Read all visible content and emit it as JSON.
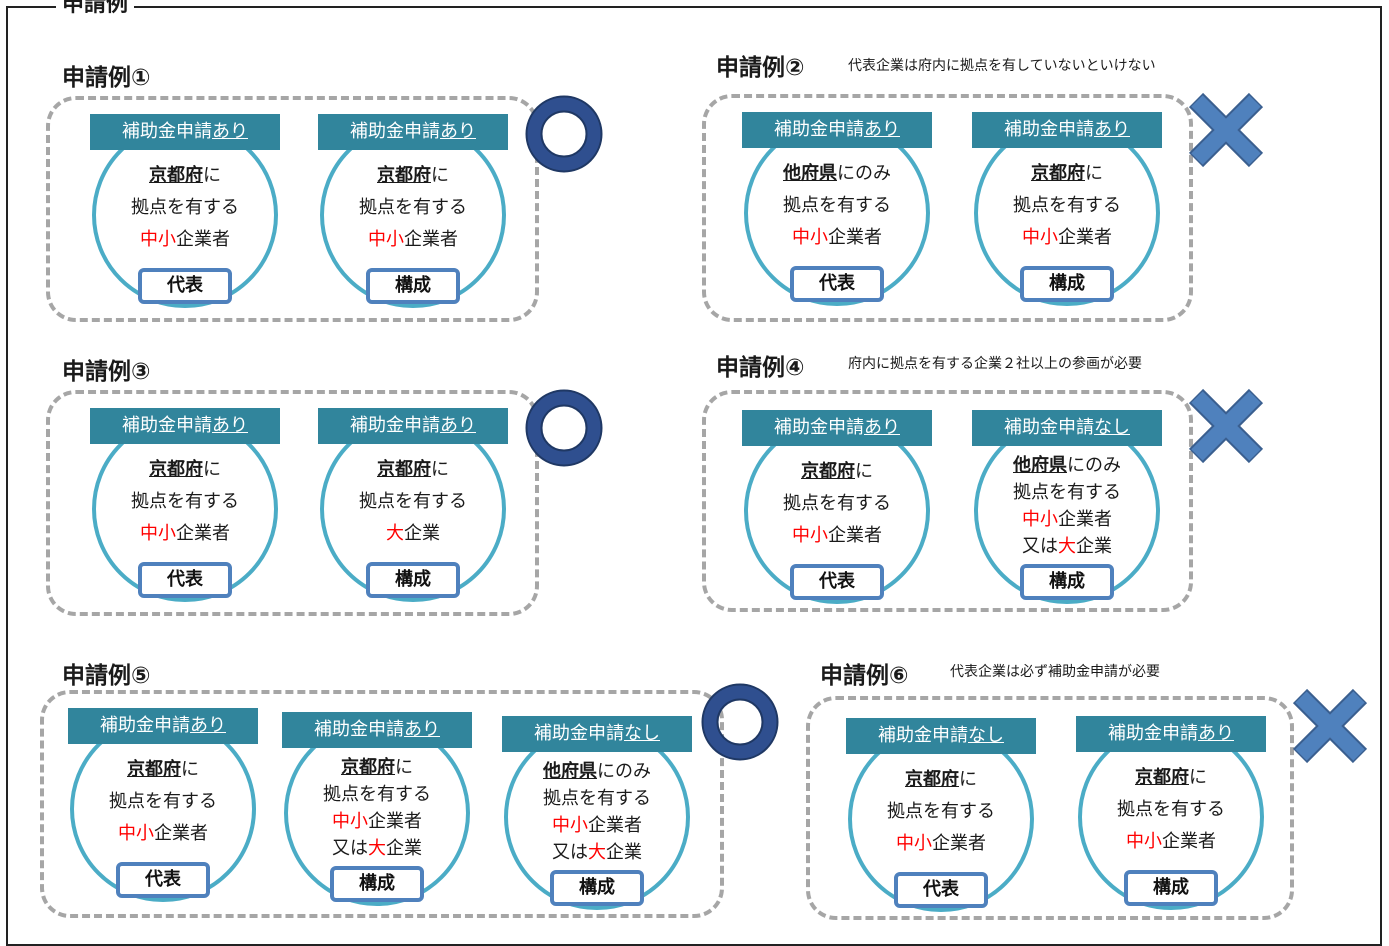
{
  "page_title": "申請例",
  "colors": {
    "header": "#31859c",
    "circle": "#4bacc6",
    "role_border": "#4f81bd",
    "highlight": "#ff0000",
    "ok_mark": "#2f4f8f",
    "ng_mark": "#4f81bd",
    "dashed": "#a6a6a6"
  },
  "cases": [
    {
      "title": "申請例①",
      "note": "",
      "result": "ok",
      "result_icon": "circle-ok-icon",
      "companies": [
        {
          "header_prefix": "補助金申請",
          "header_status": "あり",
          "loc": "京都府",
          "loc_suffix": "に",
          "line2": "拠点を有する",
          "size_red": "中小",
          "size_rest": "企業者",
          "line4_a": "",
          "line4_red": "",
          "line4_b": "",
          "role": "代表"
        },
        {
          "header_prefix": "補助金申請",
          "header_status": "あり",
          "loc": "京都府",
          "loc_suffix": "に",
          "line2": "拠点を有する",
          "size_red": "中小",
          "size_rest": "企業者",
          "line4_a": "",
          "line4_red": "",
          "line4_b": "",
          "role": "構成"
        }
      ]
    },
    {
      "title": "申請例②",
      "note": "代表企業は府内に拠点を有していないといけない",
      "result": "ng",
      "result_icon": "cross-ng-icon",
      "companies": [
        {
          "header_prefix": "補助金申請",
          "header_status": "あり",
          "loc": "他府県",
          "loc_suffix": "にのみ",
          "line2": "拠点を有する",
          "size_red": "中小",
          "size_rest": "企業者",
          "line4_a": "",
          "line4_red": "",
          "line4_b": "",
          "role": "代表"
        },
        {
          "header_prefix": "補助金申請",
          "header_status": "あり",
          "loc": "京都府",
          "loc_suffix": "に",
          "line2": "拠点を有する",
          "size_red": "中小",
          "size_rest": "企業者",
          "line4_a": "",
          "line4_red": "",
          "line4_b": "",
          "role": "構成"
        }
      ]
    },
    {
      "title": "申請例③",
      "note": "",
      "result": "ok",
      "result_icon": "circle-ok-icon",
      "companies": [
        {
          "header_prefix": "補助金申請",
          "header_status": "あり",
          "loc": "京都府",
          "loc_suffix": "に",
          "line2": "拠点を有する",
          "size_red": "中小",
          "size_rest": "企業者",
          "line4_a": "",
          "line4_red": "",
          "line4_b": "",
          "role": "代表"
        },
        {
          "header_prefix": "補助金申請",
          "header_status": "あり",
          "loc": "京都府",
          "loc_suffix": "に",
          "line2": "拠点を有する",
          "size_red": "大",
          "size_rest": "企業",
          "line4_a": "",
          "line4_red": "",
          "line4_b": "",
          "role": "構成"
        }
      ]
    },
    {
      "title": "申請例④",
      "note": "府内に拠点を有する企業２社以上の参画が必要",
      "result": "ng",
      "result_icon": "cross-ng-icon",
      "companies": [
        {
          "header_prefix": "補助金申請",
          "header_status": "あり",
          "loc": "京都府",
          "loc_suffix": "に",
          "line2": "拠点を有する",
          "size_red": "中小",
          "size_rest": "企業者",
          "line4_a": "",
          "line4_red": "",
          "line4_b": "",
          "role": "代表"
        },
        {
          "header_prefix": "補助金申請",
          "header_status": "なし",
          "loc": "他府県",
          "loc_suffix": "にのみ",
          "line2": "拠点を有する",
          "size_red": "中小",
          "size_rest": "企業者",
          "line4_a": "又は",
          "line4_red": "大",
          "line4_b": "企業",
          "role": "構成"
        }
      ]
    },
    {
      "title": "申請例⑤",
      "note": "",
      "result": "ok",
      "result_icon": "circle-ok-icon",
      "companies": [
        {
          "header_prefix": "補助金申請",
          "header_status": "あり",
          "loc": "京都府",
          "loc_suffix": "に",
          "line2": "拠点を有する",
          "size_red": "中小",
          "size_rest": "企業者",
          "line4_a": "",
          "line4_red": "",
          "line4_b": "",
          "role": "代表"
        },
        {
          "header_prefix": "補助金申請",
          "header_status": "あり",
          "loc": "京都府",
          "loc_suffix": "に",
          "line2": "拠点を有する",
          "size_red": "中小",
          "size_rest": "企業者",
          "line4_a": "又は",
          "line4_red": "大",
          "line4_b": "企業",
          "role": "構成"
        },
        {
          "header_prefix": "補助金申請",
          "header_status": "なし",
          "loc": "他府県",
          "loc_suffix": "にのみ",
          "line2": "拠点を有する",
          "size_red": "中小",
          "size_rest": "企業者",
          "line4_a": "又は",
          "line4_red": "大",
          "line4_b": "企業",
          "role": "構成"
        }
      ]
    },
    {
      "title": "申請例⑥",
      "note": "代表企業は必ず補助金申請が必要",
      "result": "ng",
      "result_icon": "cross-ng-icon",
      "companies": [
        {
          "header_prefix": "補助金申請",
          "header_status": "なし",
          "loc": "京都府",
          "loc_suffix": "に",
          "line2": "拠点を有する",
          "size_red": "中小",
          "size_rest": "企業者",
          "line4_a": "",
          "line4_red": "",
          "line4_b": "",
          "role": "代表"
        },
        {
          "header_prefix": "補助金申請",
          "header_status": "あり",
          "loc": "京都府",
          "loc_suffix": "に",
          "line2": "拠点を有する",
          "size_red": "中小",
          "size_rest": "企業者",
          "line4_a": "",
          "line4_red": "",
          "line4_b": "",
          "role": "構成"
        }
      ]
    }
  ]
}
